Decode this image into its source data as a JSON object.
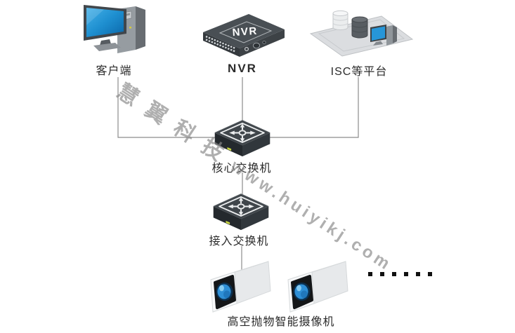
{
  "watermark": {
    "cn": "慧翼科技",
    "url": "www.huiyikj.com"
  },
  "nodes": {
    "client": {
      "label": "客户端"
    },
    "nvr": {
      "label": "NVR",
      "device_text": "NVR"
    },
    "isc": {
      "label": "ISC等平台"
    },
    "core_switch": {
      "label": "核心交换机"
    },
    "access_switch": {
      "label": "接入交换机"
    },
    "cameras": {
      "label": "高空抛物智能摄像机",
      "visible_count": 2
    }
  },
  "cameras_ellipsis": {
    "count": 6
  },
  "edges": [
    {
      "from": "客户端",
      "to": "核心交换机"
    },
    {
      "from": "NVR",
      "to": "核心交换机"
    },
    {
      "from": "ISC等平台",
      "to": "核心交换机"
    },
    {
      "from": "核心交换机",
      "to": "接入交换机"
    },
    {
      "from": "接入交换机",
      "to": "高空抛物智能摄像机"
    }
  ],
  "colors": {
    "connector_line": "#8c8c8c",
    "label_text": "#2b2b2b",
    "watermark_gray": "#8a8a8a",
    "device_dark": "#40464b",
    "screen_blue": "#2796d8",
    "camera_lens_blue": "#2e8fd6",
    "led_green": "#c9d640"
  }
}
